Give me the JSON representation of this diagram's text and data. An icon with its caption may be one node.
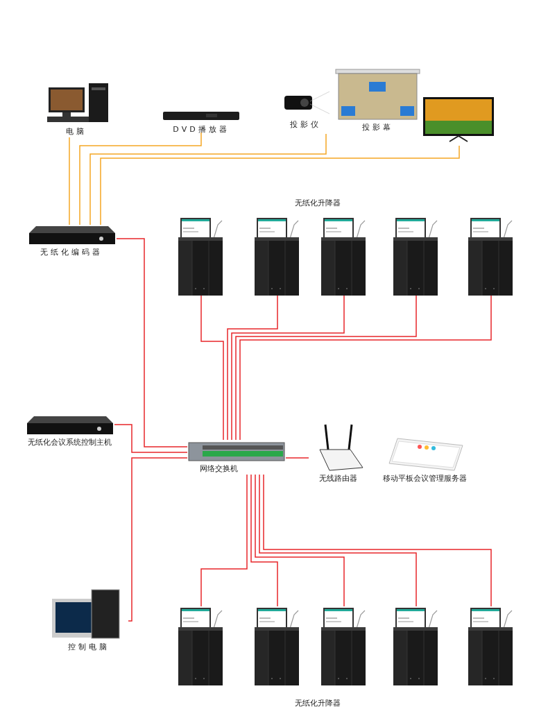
{
  "diagram": {
    "nodes": [
      {
        "text": [
          "电脑"
        ]
      },
      {
        "text": [
          "DVD播放器"
        ]
      },
      {
        "text": [
          "投影仪"
        ]
      },
      {
        "text": [
          "投影幕"
        ]
      },
      {
        "text": [],
        "shape": "picture"
      },
      {
        "text": [
          "无纸化编码器"
        ]
      },
      {
        "text": [],
        "shape": "picture"
      },
      {
        "text": [],
        "shape": "picture"
      },
      {
        "text": [],
        "shape": "picture"
      },
      {
        "text": [],
        "shape": "picture"
      },
      {
        "text": [],
        "shape": "picture"
      },
      {
        "text": [
          "无纸化会议系统控制主机"
        ]
      },
      {
        "text": [
          "网络交换机"
        ]
      },
      {
        "text": [
          "无线路由器"
        ]
      },
      {
        "text": [
          "移动平板会议管理服务器"
        ]
      },
      {
        "text": [
          "控制电脑"
        ]
      },
      {
        "text": [],
        "shape": "picture"
      },
      {
        "text": [],
        "shape": "picture"
      },
      {
        "text": [],
        "shape": "picture"
      },
      {
        "text": [],
        "shape": "picture"
      },
      {
        "text": [],
        "shape": "picture"
      }
    ],
    "edges": [
      {
        "from": 0,
        "to": 5,
        "arrow": "none",
        "color": "#f5a623"
      },
      {
        "from": 1,
        "to": 5,
        "arrow": "none",
        "color": "#f5a623"
      },
      {
        "from": 2,
        "to": 5,
        "arrow": "none",
        "color": "#f5a623"
      },
      {
        "from": 4,
        "to": 5,
        "arrow": "none",
        "color": "#f5a623"
      },
      {
        "from": 5,
        "to": 12,
        "arrow": "none"
      },
      {
        "from": 11,
        "to": 12,
        "arrow": "none"
      },
      {
        "from": 15,
        "to": 12,
        "arrow": "none"
      },
      {
        "from": 12,
        "to": 13,
        "arrow": "none"
      },
      {
        "from": 6,
        "to": 12,
        "arrow": "none"
      },
      {
        "from": 7,
        "to": 12,
        "arrow": "none"
      },
      {
        "from": 8,
        "to": 12,
        "arrow": "none"
      },
      {
        "from": 9,
        "to": 12,
        "arrow": "none"
      },
      {
        "from": 10,
        "to": 12,
        "arrow": "none"
      },
      {
        "from": 12,
        "to": 16,
        "arrow": "none"
      },
      {
        "from": 12,
        "to": 17,
        "arrow": "none"
      },
      {
        "from": 12,
        "to": 18,
        "arrow": "none"
      },
      {
        "from": 12,
        "to": 19,
        "arrow": "none"
      },
      {
        "from": 12,
        "to": 20,
        "arrow": "none"
      }
    ],
    "labels": [
      "无纸化升降器",
      "无纸化升降器"
    ]
  }
}
